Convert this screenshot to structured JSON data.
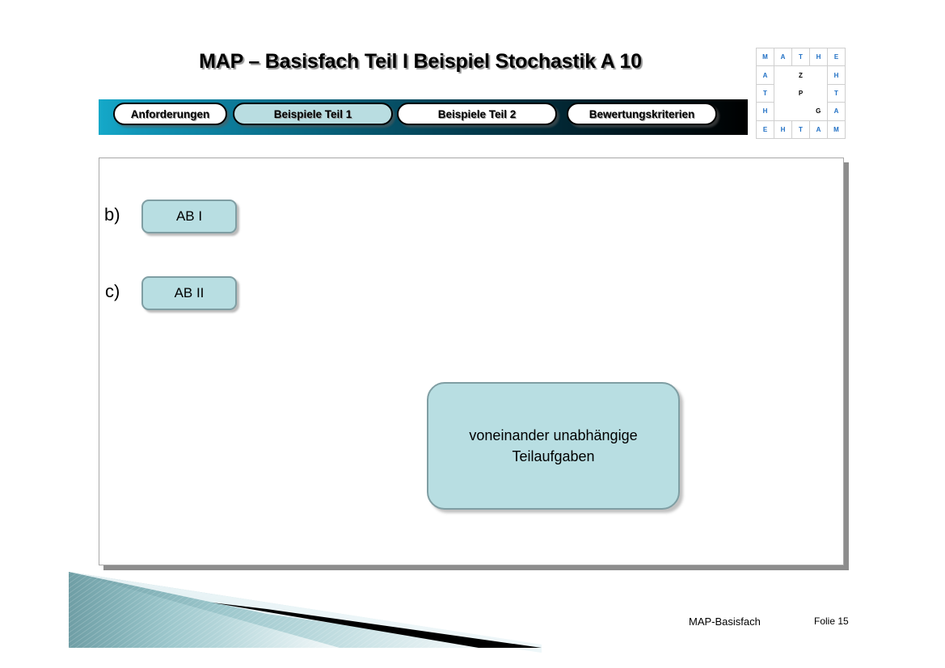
{
  "slide": {
    "title": "MAP – Basisfach Teil I Beispiel Stochastik A 10",
    "accent_teal": "#15a9c9",
    "box_fill": "#b8dee2",
    "box_border": "#7f9ea3",
    "grid_letter_color": "#1f6fc4"
  },
  "tabs": [
    {
      "label": "Anforderungen",
      "style": "light"
    },
    {
      "label": "Beispiele Teil 1",
      "style": "teal"
    },
    {
      "label": "Beispiele Teil 2",
      "style": "light"
    },
    {
      "label": "Bewertungskriterien",
      "style": "light"
    }
  ],
  "letter_grid": {
    "rows": [
      [
        "M",
        "A",
        "T",
        "H",
        "E"
      ],
      [
        "A",
        "",
        "Z",
        "",
        "H"
      ],
      [
        "T",
        "",
        "P",
        "",
        "T"
      ],
      [
        "H",
        "",
        "",
        "G",
        "A"
      ],
      [
        "E",
        "H",
        "T",
        "A",
        "M"
      ]
    ]
  },
  "content": {
    "items": [
      {
        "label": "b)",
        "box": "AB I"
      },
      {
        "label": "c)",
        "box": "AB II"
      }
    ],
    "callout": "voneinander unabhängige Teilaufgaben"
  },
  "footer": {
    "document": "MAP-Basisfach",
    "slide_number": "Folie 15"
  }
}
